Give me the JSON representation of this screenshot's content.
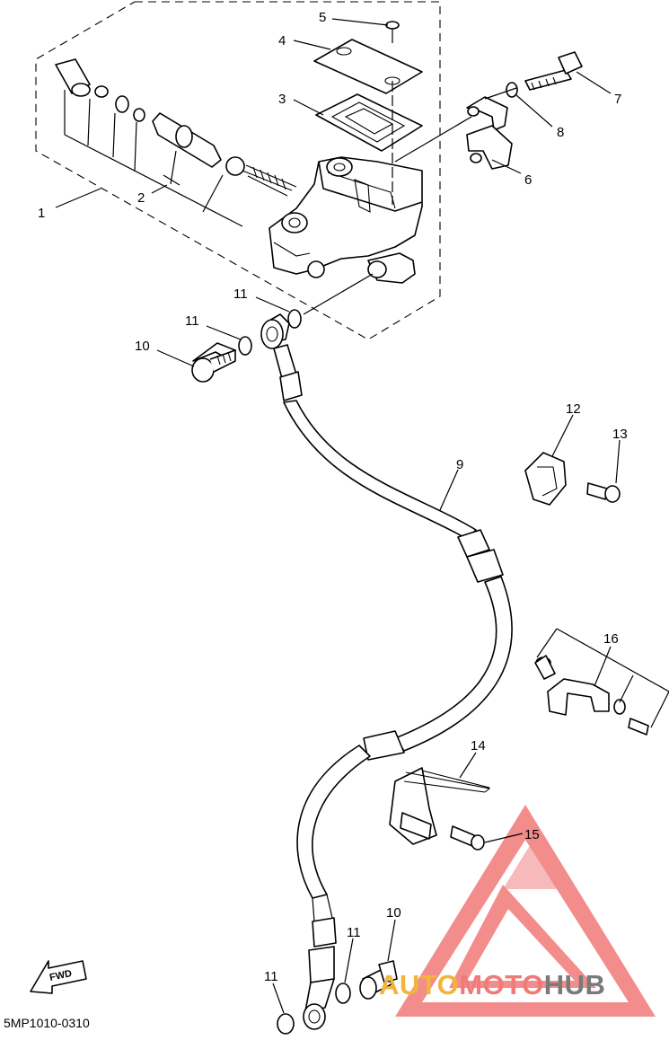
{
  "diagram": {
    "callouts": [
      "1",
      "2",
      "3",
      "4",
      "5",
      "6",
      "7",
      "8",
      "9",
      "10",
      "11",
      "11",
      "10",
      "11",
      "11",
      "12",
      "13",
      "14",
      "15",
      "16"
    ],
    "drawing_code": "5MP1010-0310",
    "direction_marker": "FWD"
  },
  "watermark": {
    "brand_a": "AUTO",
    "brand_b": "MOTO",
    "brand_c": "HUB",
    "colors": {
      "logo": "#f07a78",
      "auto": "#f3b43c",
      "moto": "#f07a78",
      "hub": "#7a7a7a"
    }
  }
}
